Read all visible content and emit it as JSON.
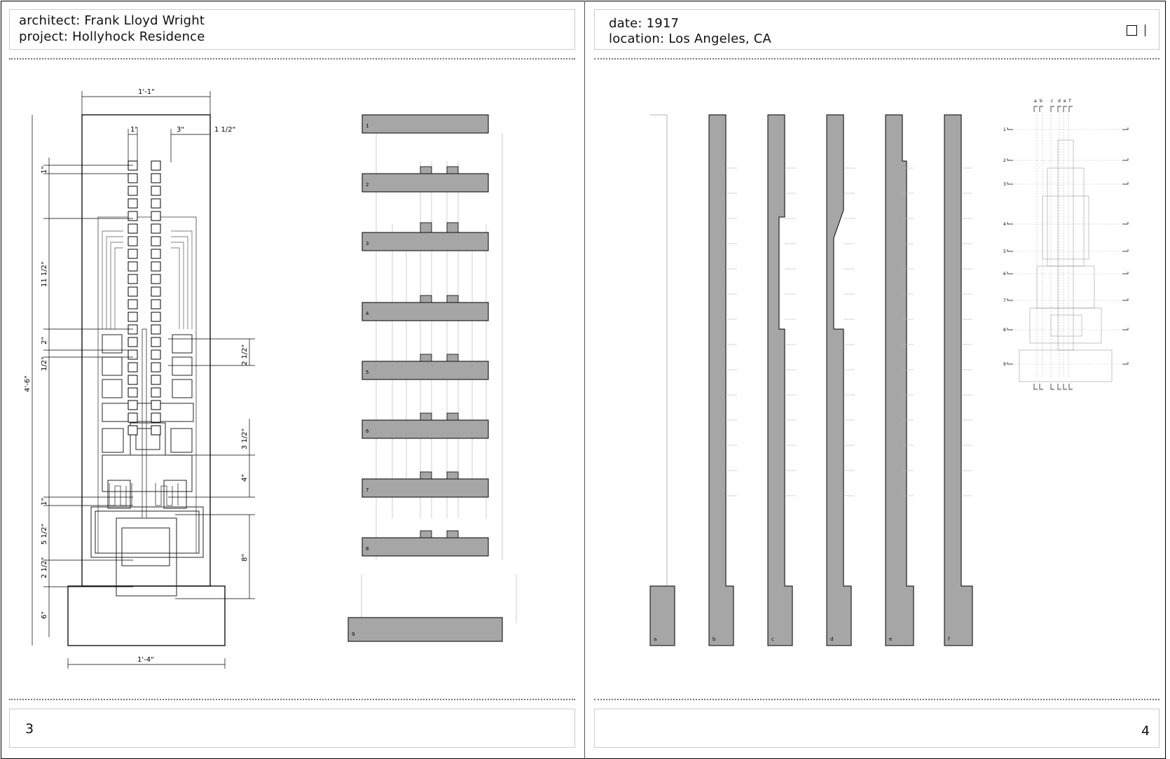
{
  "left_page": {
    "architect_label": "architect:",
    "architect": "Frank Lloyd Wright",
    "project_label": "project:",
    "project": "Hollyhock Residence",
    "page_number": "3",
    "dimensions": {
      "top_width": "1'-1\"",
      "bottom_width": "1'-4\"",
      "total_height": "4'-6\"",
      "col_1": "1\"",
      "col_3": "3\"",
      "col_1_5": "1 1/2\"",
      "left_1": "1\"",
      "left_11_5": "11 1/2\"",
      "left_2": "2\"",
      "left_half": "1/2\"",
      "left_1b": "1\"",
      "left_5_5": "5 1/2\"",
      "left_2_5": "2 1/2\"",
      "left_6": "6\"",
      "right_2_5": "2 1/2\"",
      "right_3_5": "3 1/2\"",
      "right_4": "4\"",
      "right_8": "8\""
    },
    "sections": [
      "1",
      "2",
      "3",
      "4",
      "5",
      "6",
      "7",
      "8",
      "9"
    ]
  },
  "right_page": {
    "date_label": "date:",
    "date": "1917",
    "location_label": "location:",
    "location": "Los Angeles, CA",
    "page_number": "4",
    "elevations": [
      "a",
      "b",
      "c",
      "d",
      "e",
      "f"
    ],
    "key_top_letters": [
      "a",
      "b",
      "c",
      "d",
      "e",
      "f"
    ],
    "key_numbers": [
      "1",
      "2",
      "3",
      "4",
      "5",
      "6",
      "7",
      "8",
      "9"
    ]
  },
  "colors": {
    "fill_gray": "#a6a6a6",
    "line": "#000000",
    "faint": "#bbbbbb"
  }
}
